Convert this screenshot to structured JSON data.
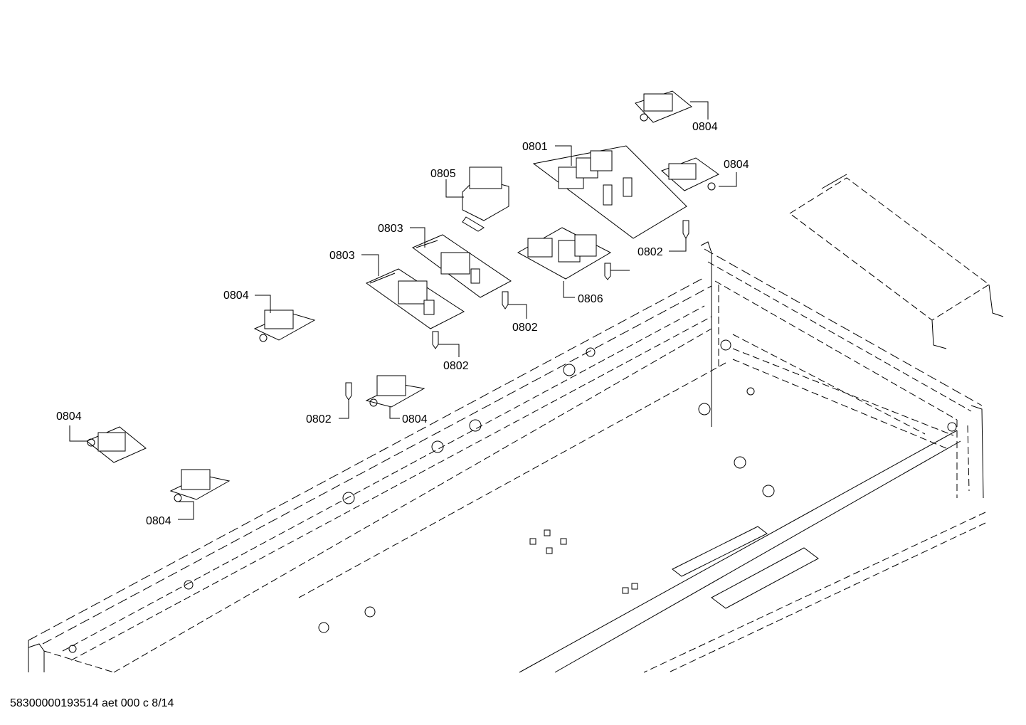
{
  "callouts": [
    {
      "id": "c1",
      "text": "0804"
    },
    {
      "id": "c2",
      "text": "0801"
    },
    {
      "id": "c3",
      "text": "0804"
    },
    {
      "id": "c4",
      "text": "0805"
    },
    {
      "id": "c5",
      "text": "0803"
    },
    {
      "id": "c6",
      "text": "0803"
    },
    {
      "id": "c7",
      "text": "0802"
    },
    {
      "id": "c8",
      "text": "0806"
    },
    {
      "id": "c9",
      "text": "0804"
    },
    {
      "id": "c10",
      "text": "0802"
    },
    {
      "id": "c11",
      "text": "0802"
    },
    {
      "id": "c12",
      "text": "0802"
    },
    {
      "id": "c13",
      "text": "0804"
    },
    {
      "id": "c14",
      "text": "0804"
    },
    {
      "id": "c15",
      "text": "0804"
    }
  ],
  "footer": {
    "text": "58300000193514 aet 000 c 8/14"
  }
}
